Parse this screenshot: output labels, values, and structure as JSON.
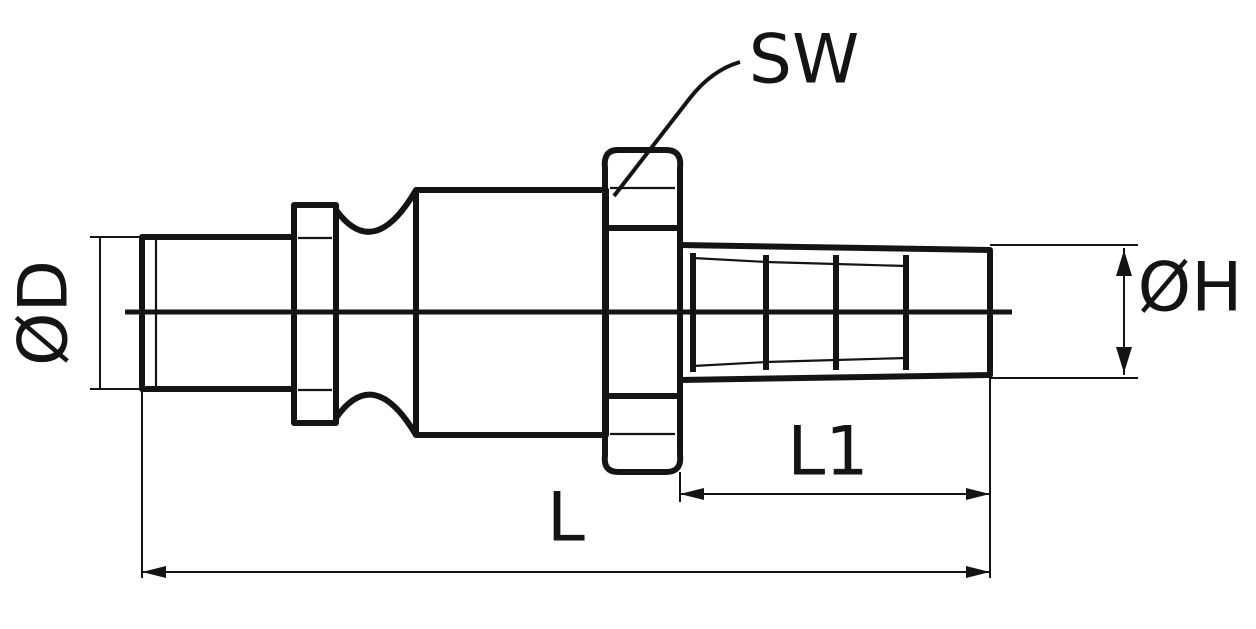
{
  "labels": {
    "diameter_d": "ØD",
    "wrench_size": "SW",
    "diameter_h": "ØH",
    "length_l1": "L1",
    "length_l": "L"
  }
}
